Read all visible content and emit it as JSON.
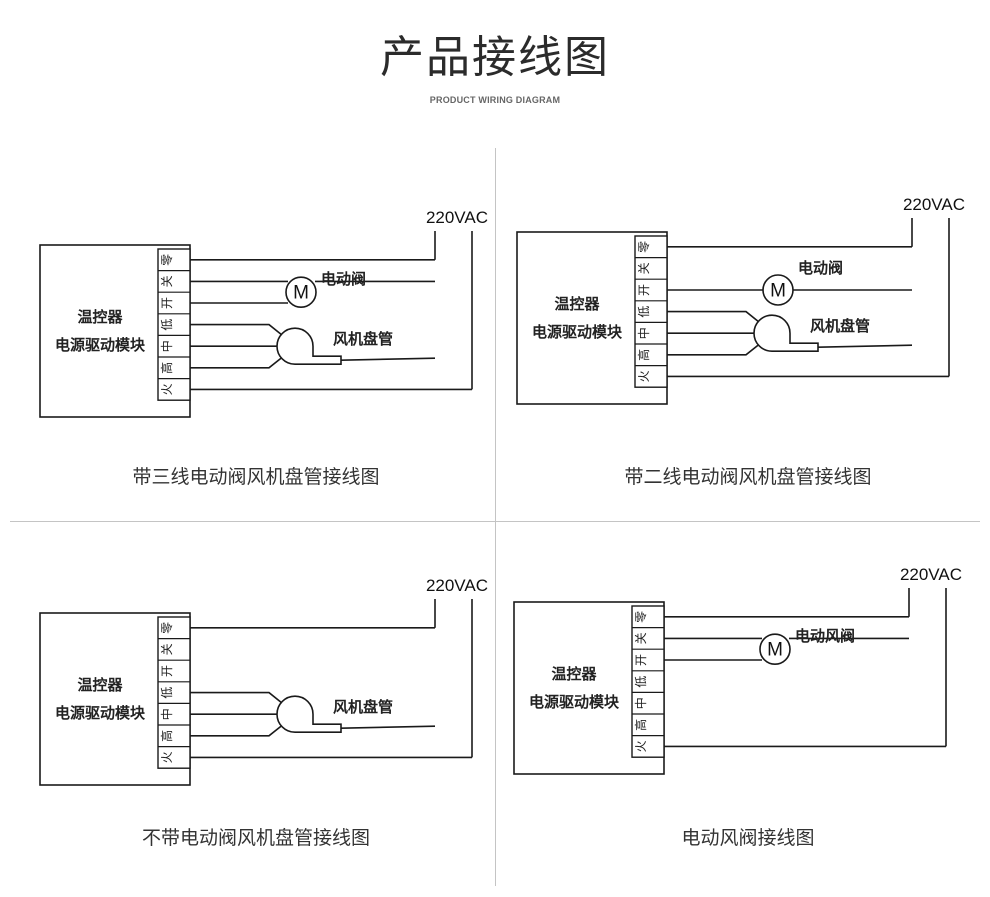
{
  "header": {
    "title": "产品接线图",
    "subtitle": "PRODUCT WIRING DIAGRAM"
  },
  "colors": {
    "line": "#1a1a1a",
    "divider": "#c4c4c4",
    "caption": "#333333",
    "title": "#2b2b2b"
  },
  "terminal_labels": [
    "零",
    "关",
    "开",
    "低",
    "中",
    "高",
    "火"
  ],
  "controller_label": [
    "温控器",
    "电源驱动模块"
  ],
  "power_label": "220VAC",
  "motor_symbol": "M",
  "diagrams": [
    {
      "id": "three-wire-valve",
      "caption": "带三线电动阀风机盘管接线图",
      "valve_label": "电动阀",
      "valve_terminals": [
        "关",
        "开"
      ],
      "fan_label": "风机盘管",
      "has_fan": true,
      "has_valve": true
    },
    {
      "id": "two-wire-valve",
      "caption": "带二线电动阀风机盘管接线图",
      "valve_label": "电动阀",
      "valve_terminals": [
        "开"
      ],
      "fan_label": "风机盘管",
      "has_fan": true,
      "has_valve": true
    },
    {
      "id": "no-valve",
      "caption": "不带电动阀风机盘管接线图",
      "fan_label": "风机盘管",
      "has_fan": true,
      "has_valve": false
    },
    {
      "id": "air-damper",
      "caption": "电动风阀接线图",
      "valve_label": "电动风阀",
      "valve_terminals": [
        "关",
        "开"
      ],
      "has_fan": false,
      "has_valve": true
    }
  ]
}
